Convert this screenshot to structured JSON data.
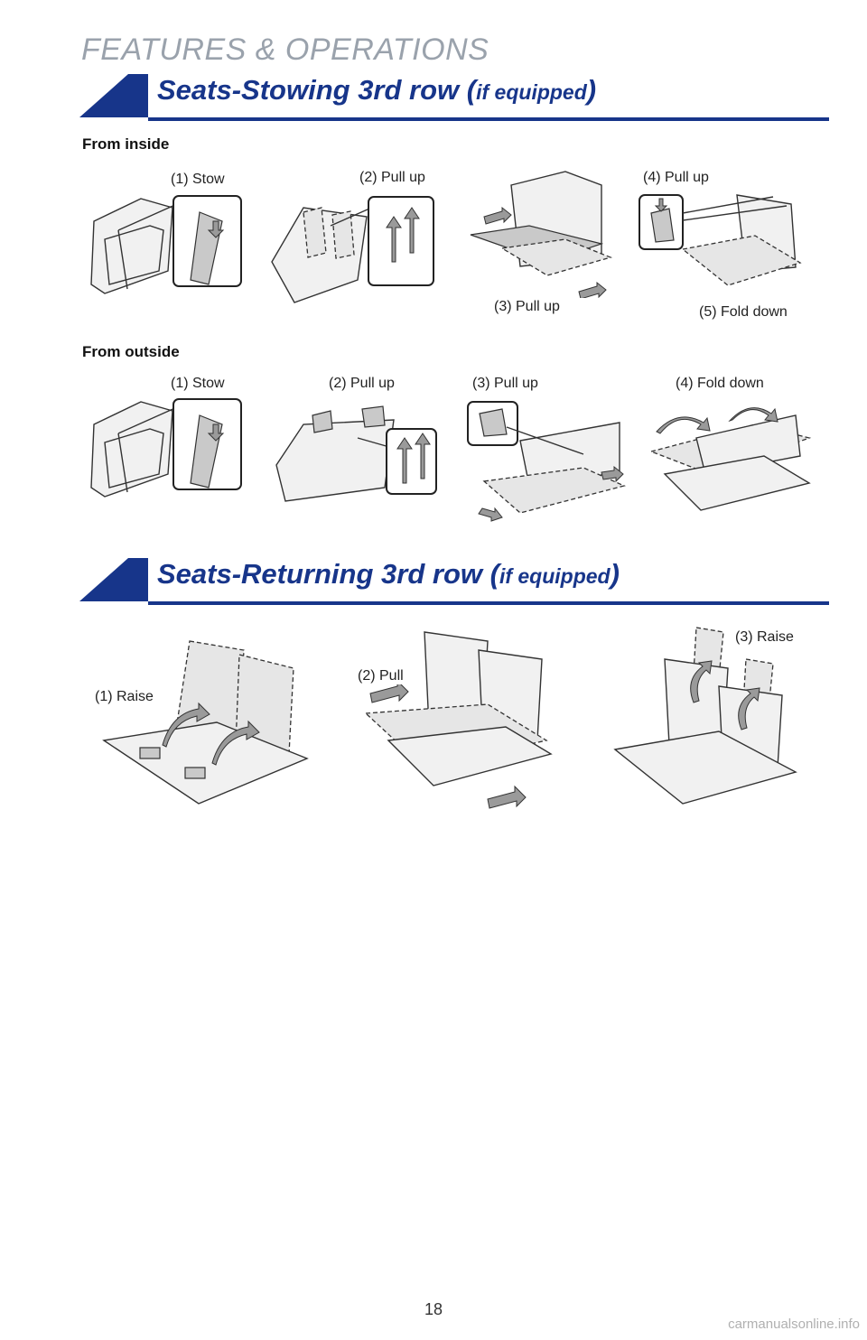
{
  "header": {
    "title": "FEATURES & OPERATIONS"
  },
  "stowing": {
    "title_main": "Seats-Stowing 3rd row (",
    "title_small": "if equipped",
    "title_close": ")",
    "from_inside": {
      "heading": "From inside",
      "steps": [
        "(1) Stow",
        "(2) Pull up",
        "(3) Pull up",
        "(4) Pull up",
        "(5) Fold down"
      ]
    },
    "from_outside": {
      "heading": "From outside",
      "steps": [
        "(1) Stow",
        "(2) Pull up",
        "(3) Pull up",
        "(4) Fold down"
      ]
    }
  },
  "returning": {
    "title_main": "Seats-Returning 3rd row (",
    "title_small": "if equipped",
    "title_close": ")",
    "steps": [
      "(1) Raise",
      "(2) Pull",
      "(3) Raise"
    ]
  },
  "page_number": "18",
  "watermark": "carmanualsonline.info"
}
